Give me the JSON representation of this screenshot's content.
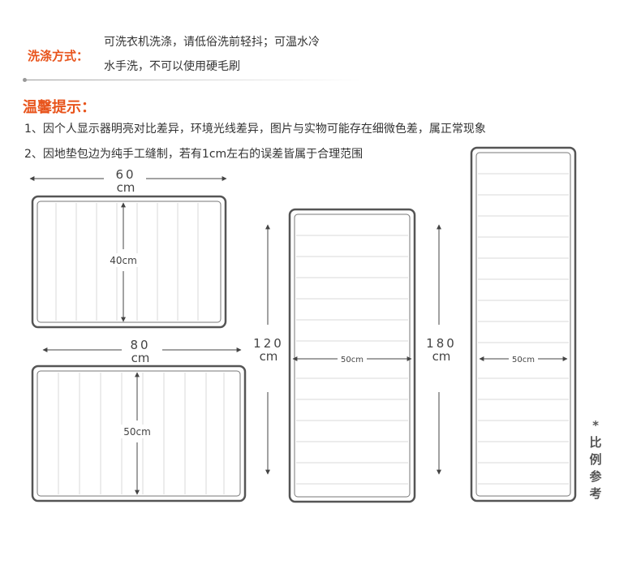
{
  "wash": {
    "label": "洗涤方式：",
    "line1": "可洗衣机洗涤，请低俗洗前轻抖；可温水冷",
    "line2": "水手洗，不可以使用硬毛刷"
  },
  "tips": {
    "title": "温馨提示：",
    "items": [
      "1、因个人显示器明亮对比差异，环境光线差异，图片与实物可能存在细微色差，属正常现象",
      "2、因地垫包边为纯手工缝制，若有1cm左右的误差皆属于合理范围"
    ]
  },
  "mats": {
    "mat_60x40": {
      "length": "60",
      "length_unit": "cm",
      "width": "40cm"
    },
    "mat_80x50": {
      "length": "80",
      "length_unit": "cm",
      "width": "50cm"
    },
    "mat_120x50": {
      "length": "120",
      "length_unit": "cm",
      "width": "50cm"
    },
    "mat_180x50": {
      "length": "180",
      "length_unit": "cm",
      "width": "50cm"
    }
  },
  "side_note": "*比例参考",
  "colors": {
    "accent": "#e8541c",
    "outline": "#555555",
    "stripe": "#d8d8d8"
  }
}
